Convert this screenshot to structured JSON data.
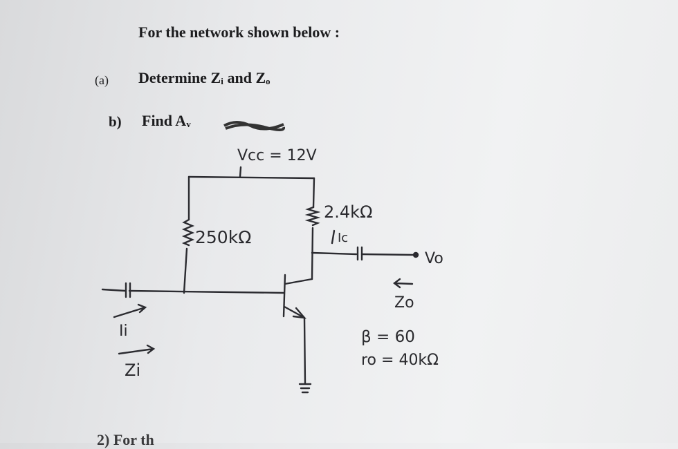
{
  "problem": {
    "heading": "For the network shown below :",
    "part_a": {
      "marker": "(a)",
      "text": "Determine Zᵢ and Zₒ"
    },
    "part_b": {
      "marker": "b)",
      "text": "Find Aᵥ"
    },
    "next_question_fragment": "2) For th"
  },
  "circuit": {
    "supply": "Vcc = 12V",
    "base_resistor": "250kΩ",
    "collector_resistor": "2.4kΩ",
    "collector_current": "Ic",
    "output_label": "Vo",
    "input_current": "Ii",
    "input_impedance": "Zi",
    "output_impedance": "Zo",
    "beta": "β = 60",
    "ro": "ro = 40kΩ"
  }
}
